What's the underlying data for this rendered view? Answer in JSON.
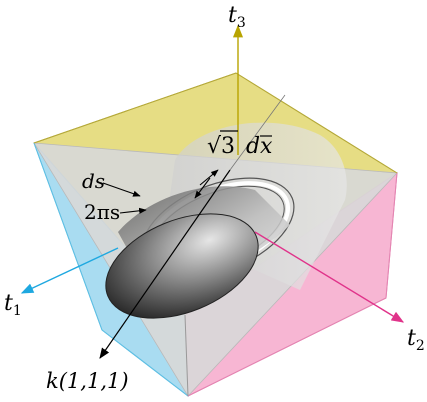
{
  "axes": {
    "t1": {
      "base": "t",
      "sub": "1"
    },
    "t2": {
      "base": "t",
      "sub": "2"
    },
    "t3": {
      "base": "t",
      "sub": "3"
    },
    "k": "k(1,1,1)"
  },
  "labels": {
    "ds": "ds",
    "circumference": "2πs",
    "radical": "√3",
    "dxbar_d": "d",
    "dxbar_x": "x"
  },
  "colors": {
    "yellow_face": "#d9cf6a",
    "cyan_face": "#9fd8ef",
    "pink_face": "#f5a8cc",
    "axis_t1": "#1ea8e0",
    "axis_t2": "#e0338a",
    "axis_t3": "#b8a400"
  }
}
